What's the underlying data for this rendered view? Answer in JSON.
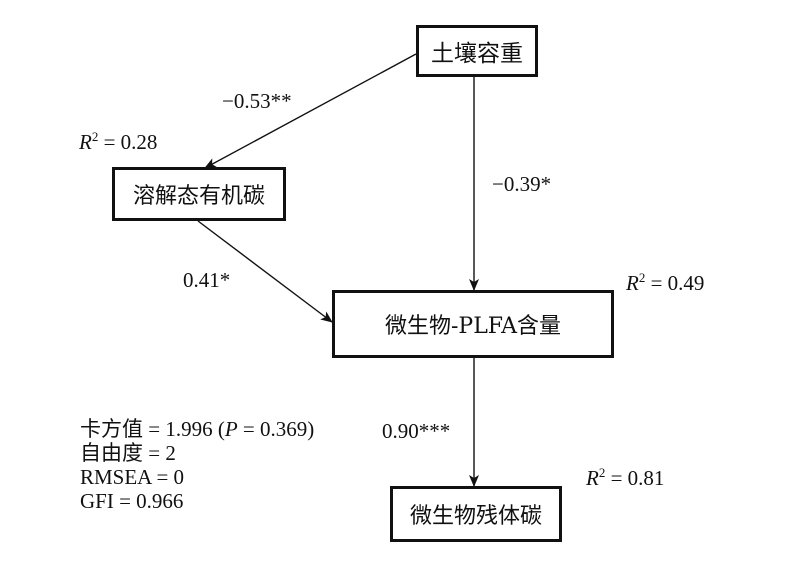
{
  "nodes": {
    "bulk_density": "土壤容重",
    "doc": "溶解态有机碳",
    "plfa": "微生物-PLFA含量",
    "necromass": "微生物残体碳"
  },
  "paths": {
    "bulk_to_doc": "−0.53**",
    "bulk_to_plfa": "−0.39*",
    "doc_to_plfa": "0.41*",
    "plfa_to_necromass": "0.90***"
  },
  "r_squared": {
    "symbol": "R",
    "superscript": "2",
    "doc": "= 0.28",
    "plfa": "= 0.49",
    "necromass": "= 0.81"
  },
  "fit_stats": {
    "chi_prefix": "卡方值 = 1.996 (",
    "p_symbol": "P",
    "chi_suffix": " = 0.369)",
    "df": "自由度 = 2",
    "rmsea": "RMSEA = 0",
    "gfi": "GFI = 0.966"
  }
}
